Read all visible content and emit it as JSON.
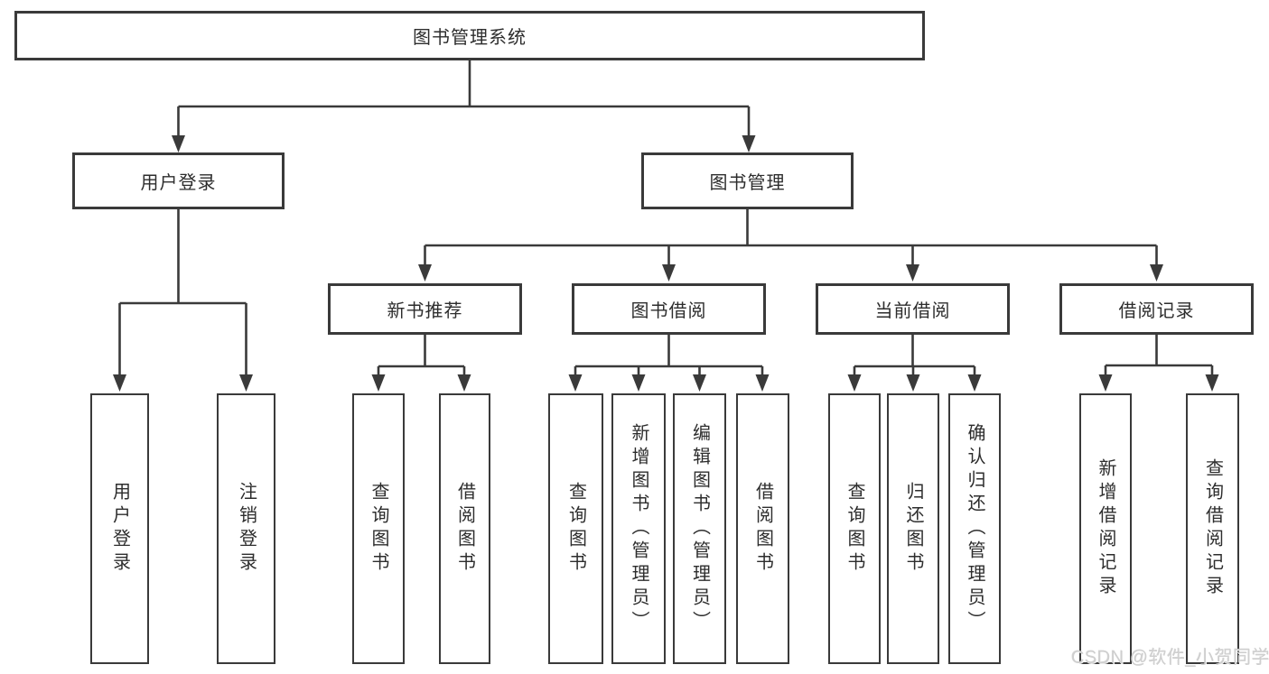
{
  "tree": {
    "root": "图书管理系统",
    "branches": [
      {
        "label": "用户登录",
        "leaves": [
          "用户登录",
          "注销登录"
        ]
      },
      {
        "label": "图书管理",
        "groups": [
          {
            "label": "新书推荐",
            "leaves": [
              "查询图书",
              "借阅图书"
            ]
          },
          {
            "label": "图书借阅",
            "leaves": [
              "查询图书",
              "新增图书（管理员）",
              "编辑图书（管理员）",
              "借阅图书"
            ]
          },
          {
            "label": "当前借阅",
            "leaves": [
              "查询图书",
              "归还图书",
              "确认归还（管理员）"
            ]
          },
          {
            "label": "借阅记录",
            "leaves": [
              "新增借阅记录",
              "查询借阅记录"
            ]
          }
        ]
      }
    ]
  },
  "watermark": "CSDN @软件_小贺同学",
  "colors": {
    "line": "#3a3a3a",
    "box_background": "#ffffff",
    "text": "#2d2d2d",
    "watermark": "#cfcfcf",
    "canvas_background": "#ffffff"
  }
}
